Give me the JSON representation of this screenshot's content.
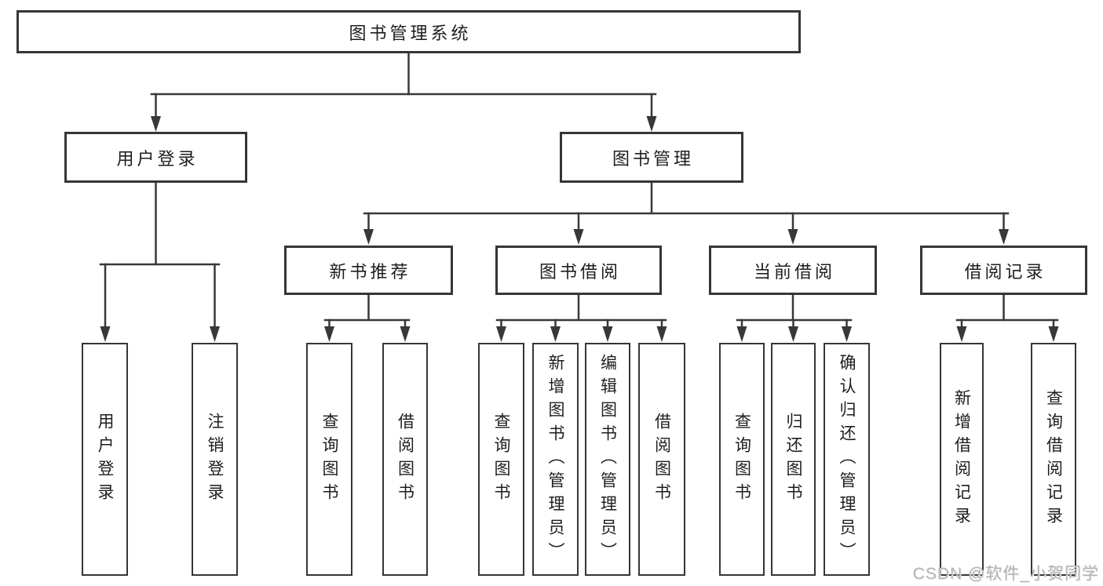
{
  "nodes": {
    "root": "图书管理系统",
    "level2": [
      "用户登录",
      "图书管理"
    ],
    "level3": [
      "新书推荐",
      "图书借阅",
      "当前借阅",
      "借阅记录"
    ],
    "leaves_user_login": [
      "用户登录",
      "注销登录"
    ],
    "leaves_new_book": [
      "查询图书",
      "借阅图书"
    ],
    "leaves_book_borrow": [
      "查询图书",
      "新增图书（管理员）",
      "编辑图书（管理员）",
      "借阅图书"
    ],
    "leaves_current_borrow": [
      "查询图书",
      "归还图书",
      "确认归还（管理员）"
    ],
    "leaves_borrow_record": [
      "新增借阅记录",
      "查询借阅记录"
    ]
  },
  "watermark": "CSDN @软件_小贺同学",
  "colors": {
    "line": "#383838",
    "box_border": "#363636",
    "text": "#1e1e1e",
    "background": "#ffffff",
    "watermark": "#b3b3b3"
  }
}
